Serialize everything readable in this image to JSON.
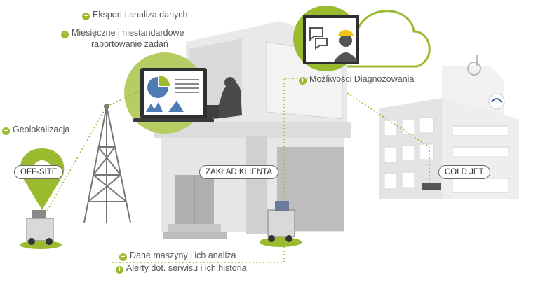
{
  "features": {
    "export": "Eksport i analiza danych",
    "reporting_line1": "Miesięczne i niestandardowe",
    "reporting_line2": "raportowanie zadań",
    "geolocation": "Geolokalizacja",
    "diagnostics": "Możliwości Diagnozowania",
    "machine_data": "Dane maszyny i ich analiza",
    "service_alerts": "Alerty dot. serwisu i ich historia"
  },
  "locations": {
    "offsite": "OFF-SITE",
    "client_plant": "ZAKŁAD KLIENTA",
    "cold_jet": "COLD JET"
  },
  "colors": {
    "accent_green": "#9bbb2f",
    "building_gray": "#e3e3e3",
    "text": "#555555"
  }
}
